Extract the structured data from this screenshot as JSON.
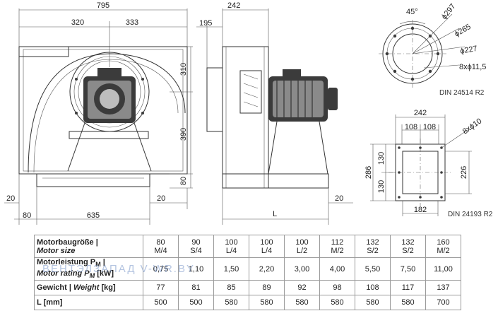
{
  "front_view": {
    "dim_total_width": "795",
    "dim_left_half": "320",
    "dim_right_half": "333",
    "dim_upper_height": "310",
    "dim_lower_height": "390",
    "dim_foot_height": "80",
    "dim_bottom_offset": "20",
    "dim_base_offset": "80",
    "dim_base_length": "635",
    "dim_right_offset": "20"
  },
  "side_view": {
    "dim_inlet_width": "242",
    "dim_inlet_depth": "195",
    "dim_foot": "20",
    "dim_length": "L"
  },
  "flange_round": {
    "angle": "45°",
    "d1": "ϕ297",
    "d2": "ϕ265",
    "d3": "ϕ227",
    "holes": "8xϕ11,5",
    "standard": "DIN 24514 R2"
  },
  "flange_square": {
    "width": "242",
    "half1": "108",
    "half2": "108",
    "holes": "8xϕ10",
    "height_total": "286",
    "h1": "130",
    "h2": "130",
    "h_right": "226",
    "bottom": "182",
    "standard": "DIN 24193 R2"
  },
  "table": {
    "motor_size_label": "Motorbaugröße |",
    "motor_size_label_en": "Motor size",
    "motor_sizes": [
      {
        "top": "80",
        "bottom": "M/4"
      },
      {
        "top": "90",
        "bottom": "S/4"
      },
      {
        "top": "100",
        "bottom": "L/4"
      },
      {
        "top": "100",
        "bottom": "L/4"
      },
      {
        "top": "100",
        "bottom": "L/2"
      },
      {
        "top": "112",
        "bottom": "M/2"
      },
      {
        "top": "132",
        "bottom": "S/2"
      },
      {
        "top": "132",
        "bottom": "S/2"
      },
      {
        "top": "160",
        "bottom": "M/2"
      }
    ],
    "motor_power_label": "Motorleistung P",
    "motor_power_sub": "M",
    "motor_power_label_sep": " |",
    "motor_power_label_en": "Motor rating P",
    "motor_power_sub_en": "M",
    "motor_power_unit": " [kW]",
    "motor_power": [
      "0,75",
      "1,10",
      "1,50",
      "2,20",
      "3,00",
      "4,00",
      "5,50",
      "7,50",
      "11,00"
    ],
    "weight_label": "Gewicht | ",
    "weight_label_en": "Weight",
    "weight_unit": " [kg]",
    "weight": [
      "77",
      "81",
      "85",
      "89",
      "92",
      "98",
      "108",
      "117",
      "137"
    ],
    "length_label": "L [mm]",
    "length": [
      "500",
      "500",
      "580",
      "580",
      "580",
      "580",
      "580",
      "580",
      "700"
    ]
  },
  "watermark": "ВЕНТЭЛЗАПАД  V-WR.BY"
}
